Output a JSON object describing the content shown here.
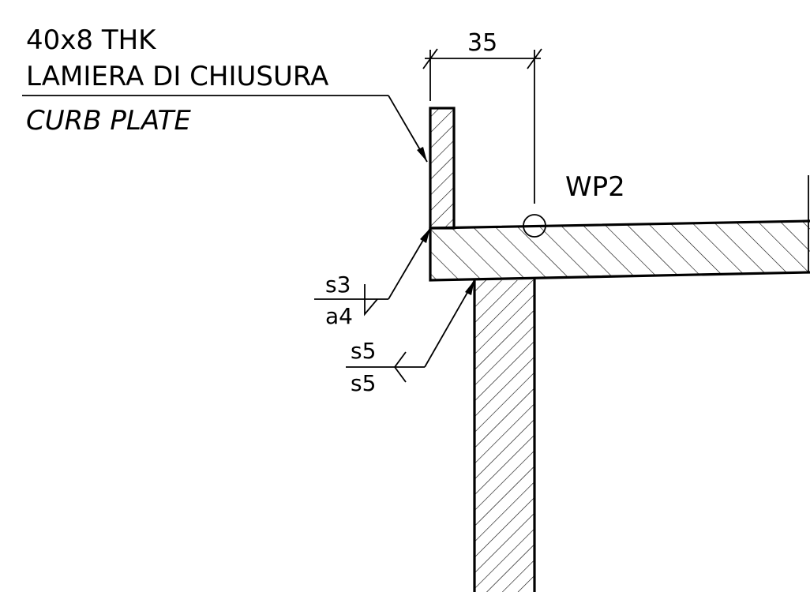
{
  "callout": {
    "line1": "40x8  THK",
    "line2": "LAMIERA  DI  CHIUSURA",
    "line3": "CURB  PLATE"
  },
  "dimension": {
    "value": "35"
  },
  "workpoint": {
    "label": "WP2"
  },
  "weld_top": {
    "upper": "s3",
    "lower": "a4"
  },
  "weld_bottom": {
    "upper": "s5",
    "lower": "s5"
  }
}
